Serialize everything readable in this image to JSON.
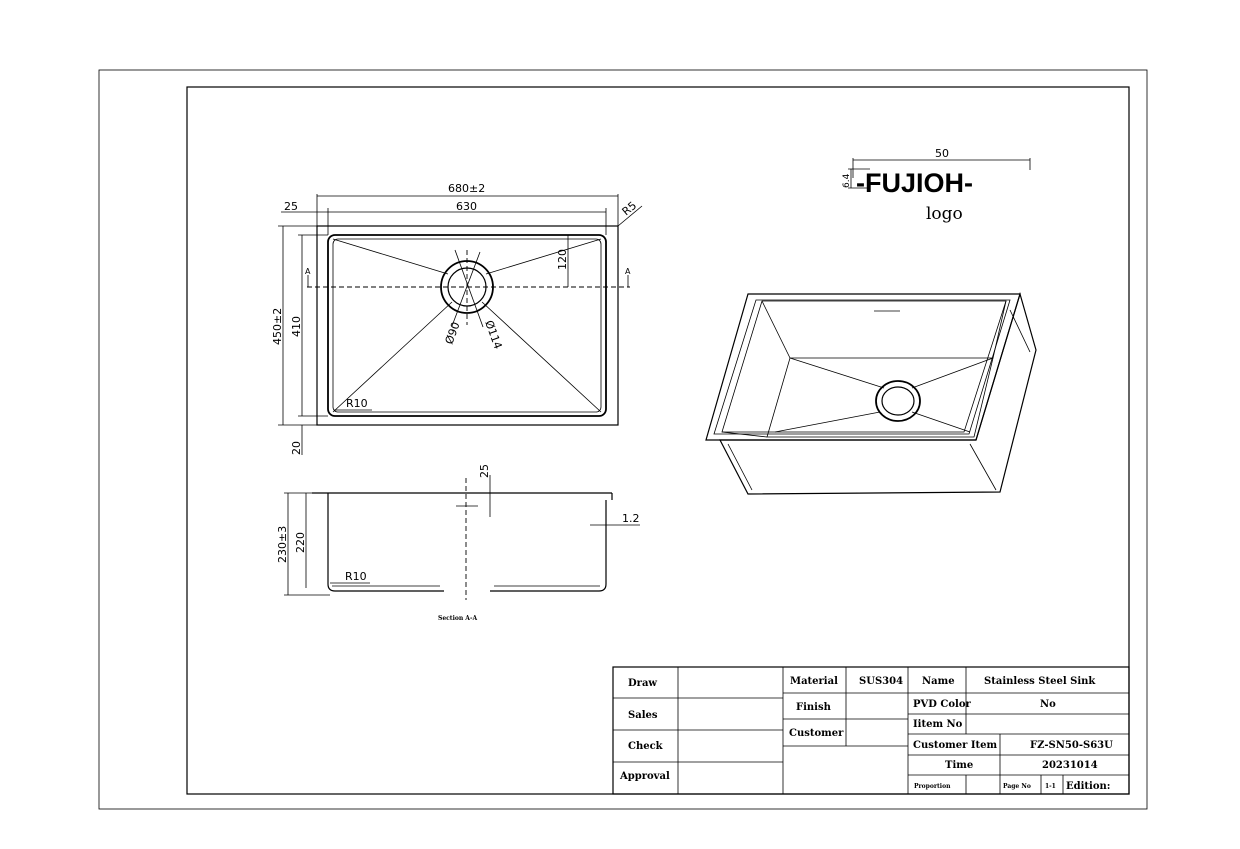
{
  "logo": {
    "brand": "-FUJIOH-",
    "caption": "logo",
    "width_dim": "50",
    "height_dim": "6.4"
  },
  "top_view": {
    "overall_width": "680±2",
    "inner_width": "630",
    "left_offset": "25",
    "corner_radius": "R5",
    "overall_height": "450±2",
    "inner_height": "410",
    "bottom_offset": "20",
    "drain_offset": "120",
    "drain_inner": "Ø90",
    "drain_outer": "Ø114",
    "inner_radius": "R10",
    "section_mark_left": "A",
    "section_mark_right": "A"
  },
  "section_view": {
    "offset": "25",
    "thickness": "1.2",
    "overall_depth": "230±3",
    "inner_depth": "220",
    "radius": "R10",
    "caption": "Section A-A"
  },
  "title_block": {
    "left_labels": [
      "Draw",
      "Sales",
      "Check",
      "Approval"
    ],
    "material_label": "Material",
    "material_value": "SUS304",
    "finish_label": "Finish",
    "customer_label": "Customer",
    "name_label": "Name",
    "name_value": "Stainless Steel Sink",
    "pvd_label": "PVD Color",
    "pvd_value": "No",
    "item_no_label": "Iitem No",
    "customer_item_label": "Customer Item",
    "customer_item_value": "FZ-SN50-S63U",
    "time_label": "Time",
    "time_value": "20231014",
    "proportion_label": "Proportion",
    "page_no_label": "Page No",
    "page_no_value": "1-1",
    "edition_label": "Edition:"
  }
}
